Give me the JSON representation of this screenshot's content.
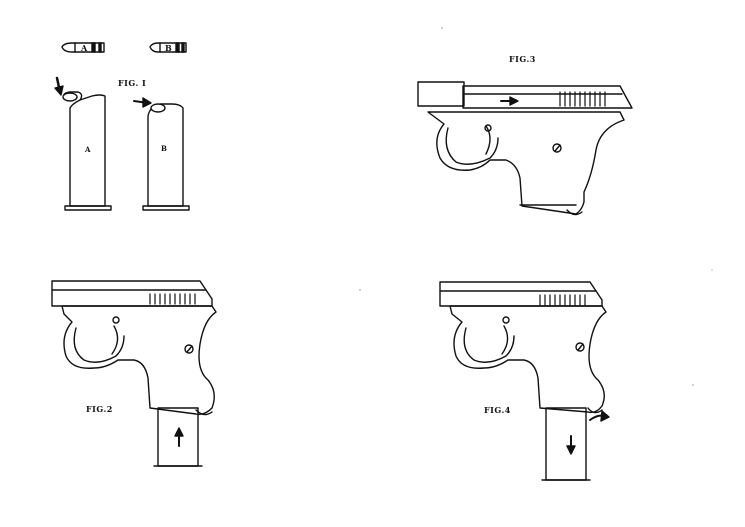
{
  "figures": {
    "fig1": {
      "label": "FIG. I",
      "cartridge_a_label": "A",
      "cartridge_b_label": "B",
      "magazine_a_label": "A",
      "magazine_b_label": "B"
    },
    "fig2": {
      "label": "FIG.2"
    },
    "fig3": {
      "label": "FIG.3"
    },
    "fig4": {
      "label": "FIG.4"
    }
  },
  "colors": {
    "ink": "#111111",
    "paper": "#ffffff"
  }
}
